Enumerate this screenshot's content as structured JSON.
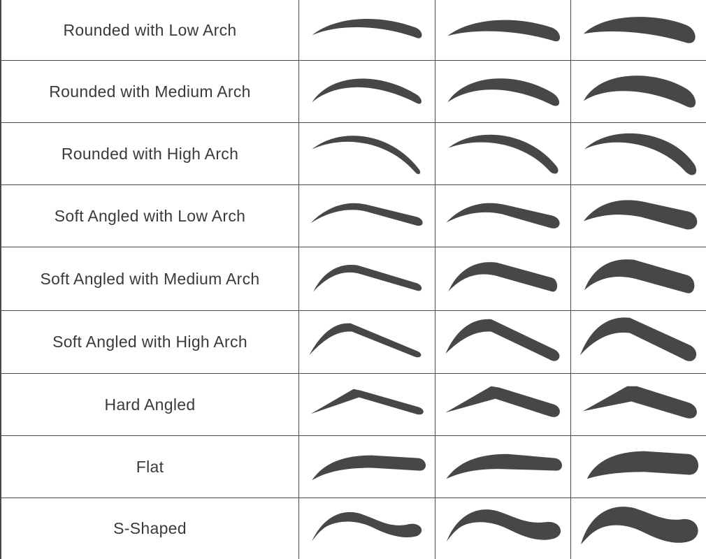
{
  "rows": [
    {
      "label": "Rounded with Low Arch"
    },
    {
      "label": "Rounded with Medium Arch"
    },
    {
      "label": "Rounded with High Arch"
    },
    {
      "label": "Soft Angled with Low Arch"
    },
    {
      "label": "Soft Angled with Medium Arch"
    },
    {
      "label": "Soft Angled with High Arch"
    },
    {
      "label": "Hard Angled"
    },
    {
      "label": "Flat"
    },
    {
      "label": "S-Shaped"
    }
  ],
  "columns": [
    {
      "thickness": "thin"
    },
    {
      "thickness": "medium"
    },
    {
      "thickness": "thick"
    }
  ],
  "colors": {
    "grid": "#4a4a4a",
    "brow": "#474747",
    "text": "#3a3a3a",
    "background": "#ffffff"
  }
}
